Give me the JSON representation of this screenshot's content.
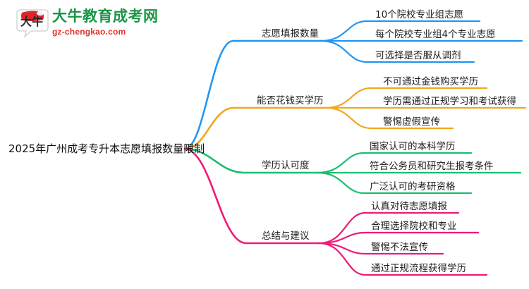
{
  "brand": {
    "logo_icon": "speech-bubble-logo-icon",
    "logo_mark_text": "大牛",
    "name_cn": "大牛教育成考网",
    "domain": "gz-chengkao.com",
    "color_green": "#1a9546",
    "color_red": "#e03127"
  },
  "mindmap": {
    "root": "2025年广州成考专升本志愿填报数量限制",
    "branches": [
      {
        "label": "志愿填报数量",
        "color": "#2196f3",
        "leaves": [
          "10个院校专业组志愿",
          "每个院校专业组4个专业志愿",
          "可选择是否服从调剂"
        ]
      },
      {
        "label": "能否花钱买学历",
        "color": "#f0a81e",
        "leaves": [
          "不可通过金钱购买学历",
          "学历需通过正规学习和考试获得",
          "警惕虚假宣传"
        ]
      },
      {
        "label": "学历认可度",
        "color": "#1bbd6e",
        "leaves": [
          "国家认可的本科学历",
          "符合公务员和研究生报考条件",
          "广泛认可的考研资格"
        ]
      },
      {
        "label": "总结与建议",
        "color": "#ef1a78",
        "leaves": [
          "认真对待志愿填报",
          "合理选择院校和专业",
          "警惕不法宣传",
          "通过正规流程获得学历"
        ]
      }
    ]
  }
}
